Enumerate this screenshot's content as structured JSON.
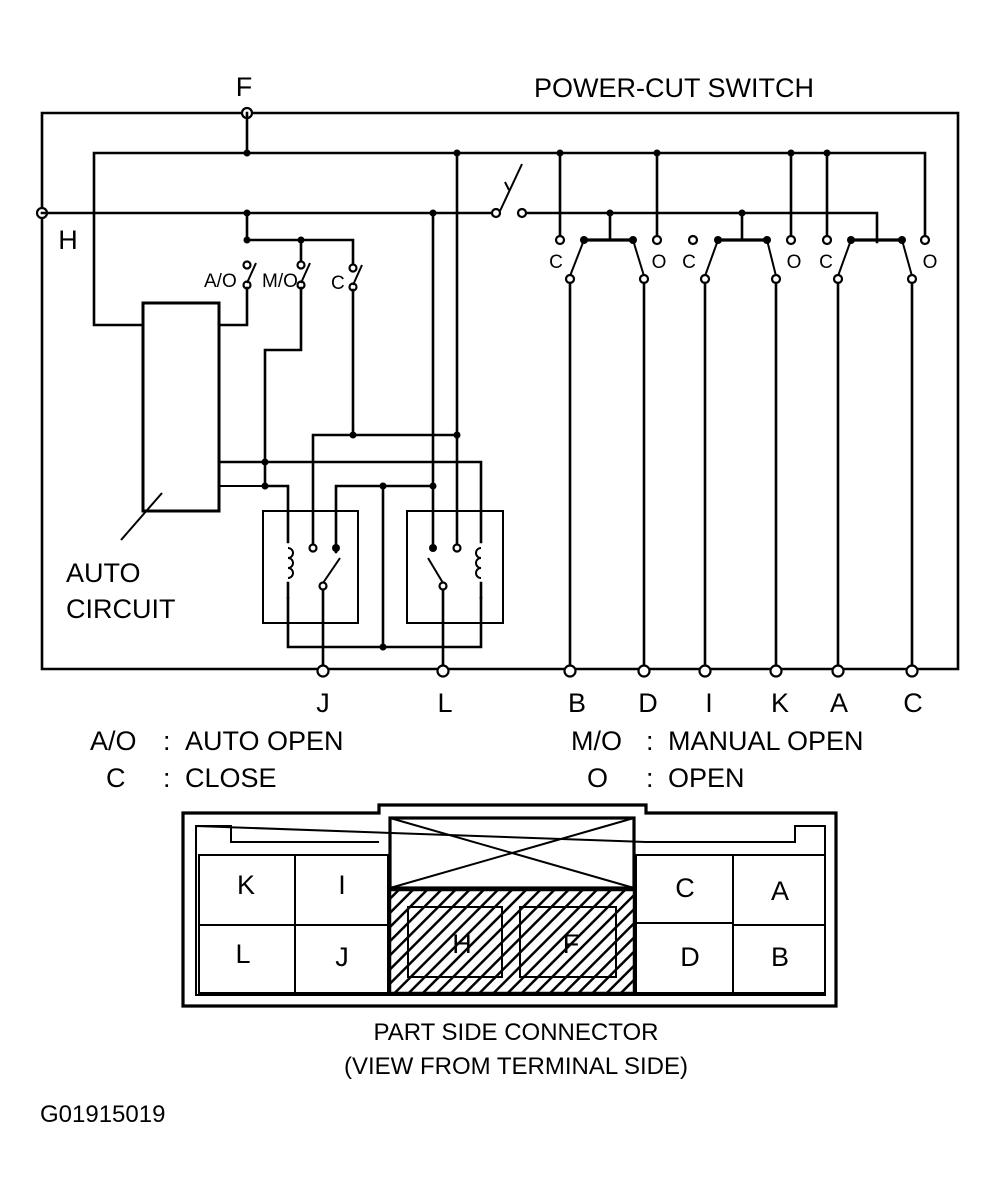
{
  "schematic": {
    "top_terminal": "F",
    "left_terminal": "H",
    "power_cut_switch": "POWER-CUT SWITCH",
    "switch_labels": {
      "auto_open": "A/O",
      "manual_open": "M/O",
      "close": "C"
    },
    "auto_circuit_line1": "AUTO",
    "auto_circuit_line2": "CIRCUIT",
    "contact_close": "C",
    "contact_open": "O",
    "bottom_terminals": [
      "J",
      "L",
      "B",
      "D",
      "I",
      "K",
      "A",
      "C"
    ]
  },
  "legend": [
    {
      "abbr": "A/O",
      "sep": ":",
      "meaning": "AUTO OPEN"
    },
    {
      "abbr": "C",
      "sep": ":",
      "meaning": "CLOSE"
    },
    {
      "abbr": "M/O",
      "sep": ":",
      "meaning": "MANUAL OPEN"
    },
    {
      "abbr": "O",
      "sep": ":",
      "meaning": "OPEN"
    }
  ],
  "connector": {
    "cells": [
      "K",
      "I",
      "C",
      "A",
      "L",
      "J",
      "H",
      "F",
      "D",
      "B"
    ],
    "caption_line1": "PART SIDE CONNECTOR",
    "caption_line2": "(VIEW FROM TERMINAL SIDE)"
  },
  "figure_id": "G01915019"
}
